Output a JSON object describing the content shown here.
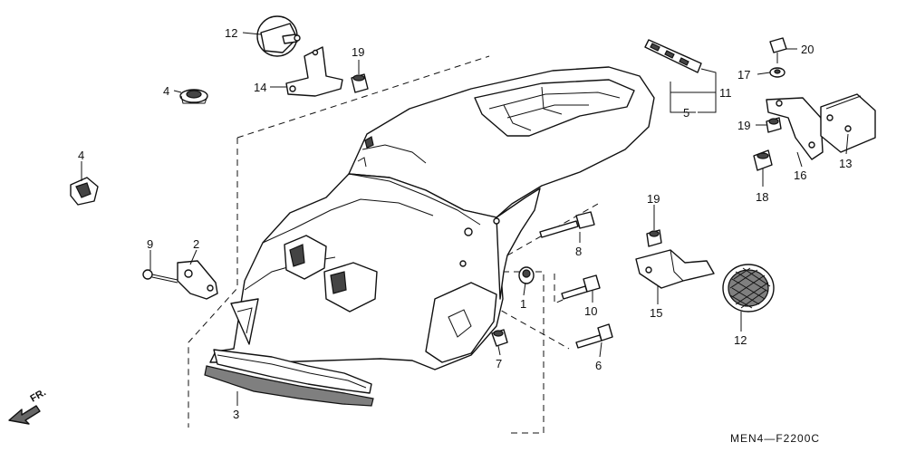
{
  "diagram": {
    "callouts": [
      {
        "id": "c12a",
        "label": "12"
      },
      {
        "id": "c19a",
        "label": "19"
      },
      {
        "id": "c4a",
        "label": "4"
      },
      {
        "id": "c14",
        "label": "14"
      },
      {
        "id": "c4b",
        "label": "4"
      },
      {
        "id": "c9",
        "label": "9"
      },
      {
        "id": "c2",
        "label": "2"
      },
      {
        "id": "c3",
        "label": "3"
      },
      {
        "id": "c1",
        "label": "1"
      },
      {
        "id": "c7",
        "label": "7"
      },
      {
        "id": "c8",
        "label": "8"
      },
      {
        "id": "c10",
        "label": "10"
      },
      {
        "id": "c6",
        "label": "6"
      },
      {
        "id": "c19b",
        "label": "19"
      },
      {
        "id": "c15",
        "label": "15"
      },
      {
        "id": "c12b",
        "label": "12"
      },
      {
        "id": "c11",
        "label": "11"
      },
      {
        "id": "c5",
        "label": "5"
      },
      {
        "id": "c20",
        "label": "20"
      },
      {
        "id": "c17",
        "label": "17"
      },
      {
        "id": "c19c",
        "label": "19"
      },
      {
        "id": "c16",
        "label": "16"
      },
      {
        "id": "c13",
        "label": "13"
      },
      {
        "id": "c18",
        "label": "18"
      }
    ],
    "direction_label": "FR.",
    "figure_code": "MEN4—F2200C"
  }
}
